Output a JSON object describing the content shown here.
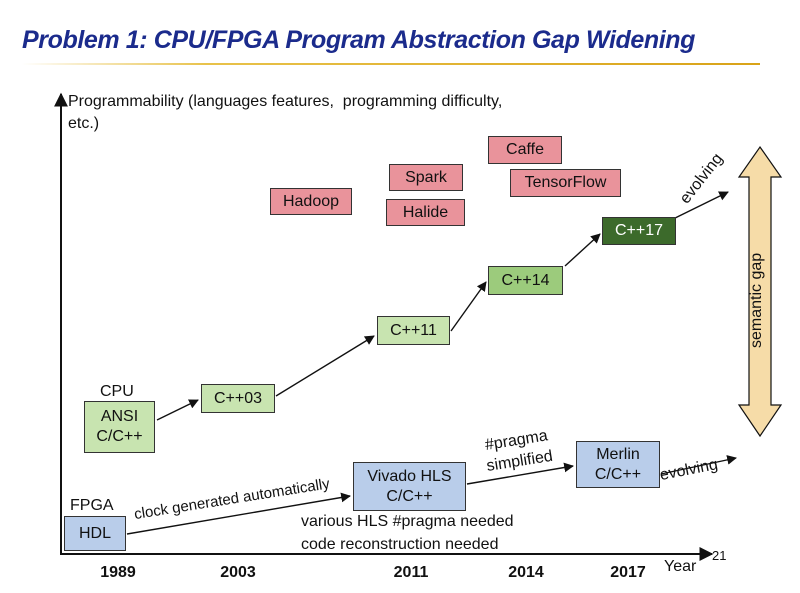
{
  "title": "Problem 1: CPU/FPGA Program Abstraction Gap Widening",
  "y_axis_label": "Programmability (languages features,  programming difficulty, etc.)",
  "x_axis_label": "Year",
  "years": [
    "1989",
    "2003",
    "2011",
    "2014",
    "2017"
  ],
  "cpu": {
    "heading": "CPU",
    "boxes": [
      "ANSI C/C++",
      "C++03",
      "C++11",
      "C++14",
      "C++17"
    ],
    "trend_label": "evolving"
  },
  "frameworks": [
    "Hadoop",
    "Spark",
    "Halide",
    "Caffe",
    "TensorFlow"
  ],
  "fpga": {
    "heading": "FPGA",
    "boxes": [
      "HDL",
      "Vivado HLS C/C++",
      "Merlin C/C++"
    ],
    "label_hdl_to_hls": "clock generated automatically",
    "label_hls_to_merlin": "#pragma simplified",
    "hls_notes": [
      "various HLS #pragma needed",
      "code reconstruction needed"
    ],
    "trend_label": "evolving"
  },
  "gap_label": "semantic gap",
  "page_number": "21",
  "colors": {
    "title": "#1b2b8c",
    "framework_box": "#e9939b",
    "cpu_box_light": "#c8e4b0",
    "cpu_box_mid": "#9ccb7c",
    "cpu_box_dark": "#3c6a2b",
    "fpga_box": "#b9cdea",
    "gap_arrow": "#f6dca8"
  }
}
